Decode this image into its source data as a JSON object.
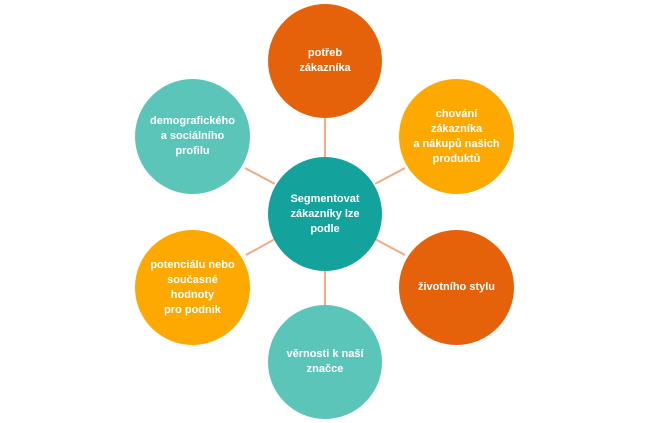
{
  "colors": {
    "center": "#14A29C",
    "teal": "#5CC5BA",
    "dark_orange": "#E5620A",
    "amber": "#FEA802",
    "connector": "#F2AB83"
  },
  "center": {
    "label": "Segmentovat\nzákazníky lze\npodle"
  },
  "nodes": [
    {
      "id": "needs",
      "label": "potřeb\nzákazníka",
      "color": "dark_orange"
    },
    {
      "id": "behaviour",
      "label": "chování zákazníka\na nákupů našich\nproduktů",
      "color": "amber"
    },
    {
      "id": "lifestyle",
      "label": "životního stylu",
      "color": "dark_orange"
    },
    {
      "id": "loyalty",
      "label": "věrnosti k naší\nznačce",
      "color": "teal"
    },
    {
      "id": "value",
      "label": "potenciálu nebo\nsoučasné hodnoty\npro podnik",
      "color": "amber"
    },
    {
      "id": "demographic",
      "label": "demografického\na sociálního\nprofilu",
      "color": "teal"
    }
  ]
}
